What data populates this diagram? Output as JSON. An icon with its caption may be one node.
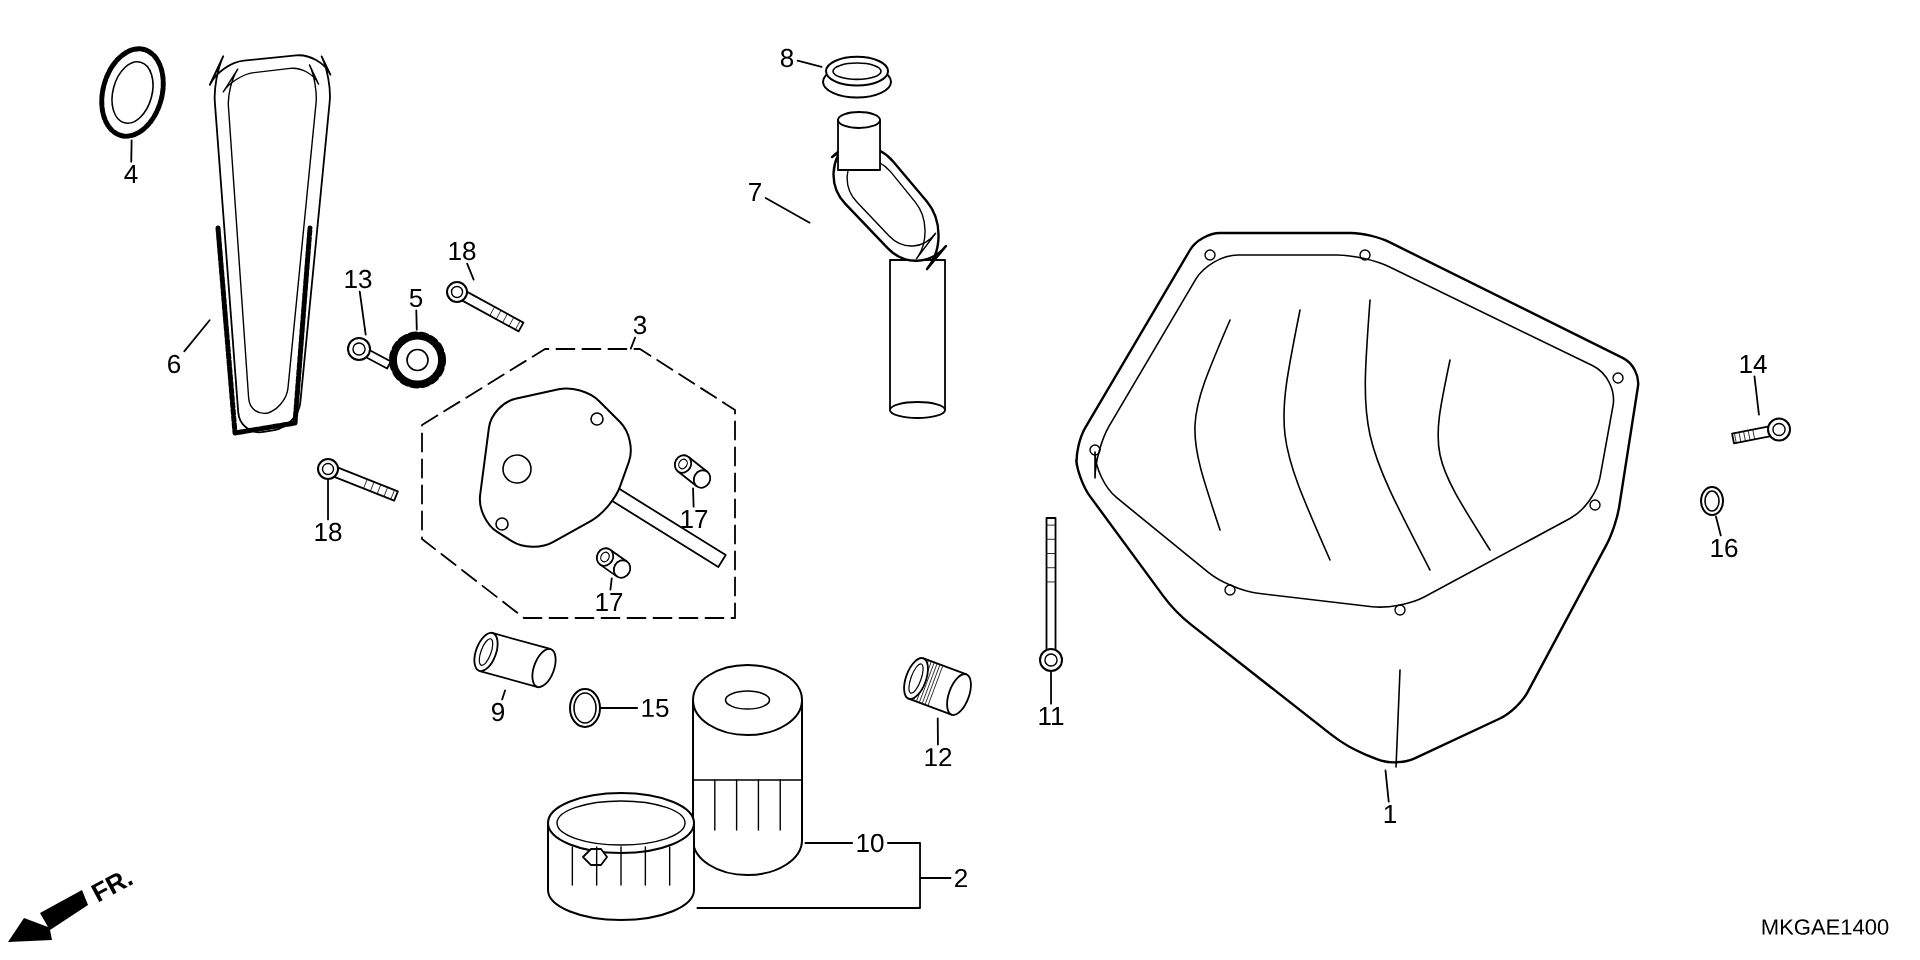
{
  "diagram": {
    "nodes": [
      {
        "text": [
          "4"
        ]
      },
      {
        "text": [],
        "shape": "picture"
      },
      {
        "text": [
          "6"
        ]
      },
      {
        "text": [],
        "shape": "picture"
      },
      {
        "text": [
          "8"
        ]
      },
      {
        "text": [],
        "shape": "picture"
      },
      {
        "text": [
          "7"
        ]
      },
      {
        "text": [],
        "shape": "picture"
      },
      {
        "text": [
          "13"
        ]
      },
      {
        "text": [],
        "shape": "picture"
      },
      {
        "text": [
          "18"
        ]
      },
      {
        "text": [],
        "shape": "picture"
      },
      {
        "text": [
          "5"
        ]
      },
      {
        "text": [],
        "shape": "picture"
      },
      {
        "text": [
          "3"
        ]
      },
      {
        "text": [],
        "shape": "box"
      },
      {
        "text": [
          "14"
        ]
      },
      {
        "text": [],
        "shape": "picture"
      },
      {
        "text": [
          "18"
        ]
      },
      {
        "text": [],
        "shape": "picture"
      },
      {
        "text": [
          "17"
        ],
        "in": 15
      },
      {
        "text": [],
        "shape": "picture",
        "in": 15
      },
      {
        "text": [
          "16"
        ]
      },
      {
        "text": [],
        "shape": "picture"
      },
      {
        "text": [
          "17"
        ],
        "in": 15
      },
      {
        "text": [],
        "shape": "picture",
        "in": 15
      },
      {
        "text": [
          "9"
        ]
      },
      {
        "text": [],
        "shape": "picture"
      },
      {
        "text": [
          "15"
        ]
      },
      {
        "text": [],
        "shape": "picture"
      },
      {
        "text": [
          "12"
        ]
      },
      {
        "text": [],
        "shape": "picture"
      },
      {
        "text": [
          "11"
        ]
      },
      {
        "text": [],
        "shape": "picture"
      },
      {
        "text": [
          "1"
        ]
      },
      {
        "text": [],
        "shape": "picture"
      },
      {
        "text": [
          "10"
        ]
      },
      {
        "text": [],
        "shape": "picture"
      },
      {
        "text": [
          "2"
        ]
      },
      {
        "text": [],
        "shape": "picture"
      }
    ],
    "edges": [
      {
        "from": 0,
        "to": 1,
        "arrow": "none"
      },
      {
        "from": 2,
        "to": 3,
        "arrow": "none"
      },
      {
        "from": 4,
        "to": 5,
        "arrow": "none"
      },
      {
        "from": 6,
        "to": 7,
        "arrow": "none"
      },
      {
        "from": 8,
        "to": 9,
        "arrow": "none"
      },
      {
        "from": 10,
        "to": 11,
        "arrow": "none"
      },
      {
        "from": 12,
        "to": 13,
        "arrow": "none"
      },
      {
        "from": 14,
        "to": 15,
        "arrow": "none"
      },
      {
        "from": 16,
        "to": 17,
        "arrow": "none"
      },
      {
        "from": 18,
        "to": 19,
        "arrow": "none"
      },
      {
        "from": 20,
        "to": 21,
        "arrow": "none"
      },
      {
        "from": 22,
        "to": 23,
        "arrow": "none"
      },
      {
        "from": 24,
        "to": 25,
        "arrow": "none"
      },
      {
        "from": 26,
        "to": 27,
        "arrow": "none"
      },
      {
        "from": 28,
        "to": 29,
        "arrow": "none"
      },
      {
        "from": 30,
        "to": 31,
        "arrow": "none"
      },
      {
        "from": 32,
        "to": 33,
        "arrow": "none"
      },
      {
        "from": 34,
        "to": 35,
        "arrow": "none"
      },
      {
        "from": 36,
        "to": 37,
        "arrow": "none"
      },
      {
        "from": 38,
        "to": 36,
        "arrow": "none"
      },
      {
        "from": 38,
        "to": 39,
        "arrow": "none"
      }
    ],
    "labels": [
      "FR.",
      "MKGAE1400"
    ]
  }
}
